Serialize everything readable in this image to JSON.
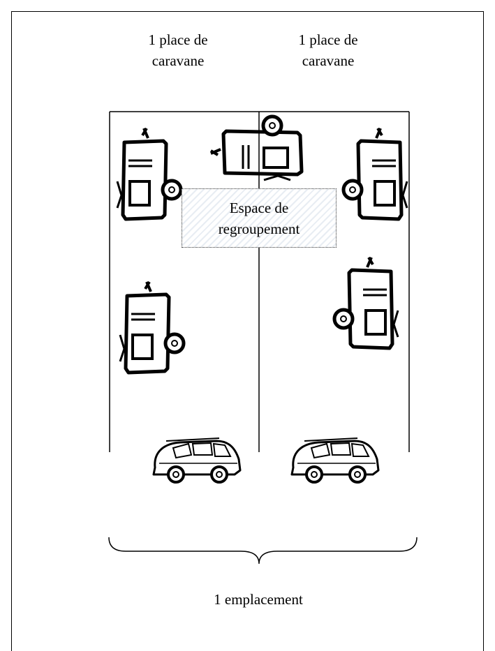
{
  "labels": {
    "place_left_line1": "1 place de",
    "place_left_line2": "caravane",
    "place_right_line1": "1 place de",
    "place_right_line2": "caravane",
    "group_line1": "Espace de",
    "group_line2": "regroupement",
    "emplacement": "1 emplacement"
  },
  "icons": {
    "caravan": "caravan-icon",
    "car": "car-icon"
  }
}
